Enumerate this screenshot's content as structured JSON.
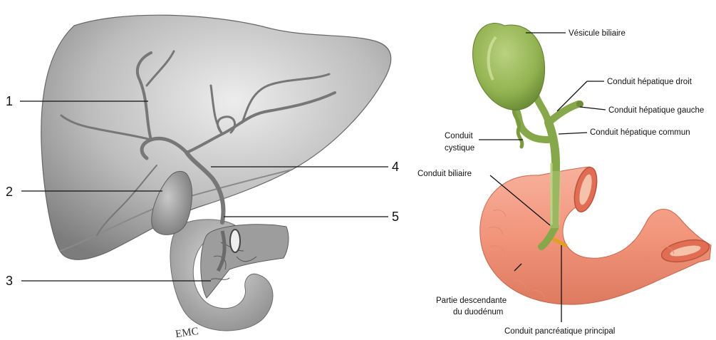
{
  "left_figure": {
    "callouts": [
      "1",
      "2",
      "3",
      "4",
      "5"
    ],
    "signature": "EMC"
  },
  "right_figure": {
    "labels": {
      "vesicule": "Vésicule biliaire",
      "hep_droit": "Conduit hépatique droit",
      "hep_gauche": "Conduit hépatique gauche",
      "hep_commun": "Conduit hépatique commun",
      "cystique_1": "Conduit",
      "cystique_2": "cystique",
      "biliaire": "Conduit biliaire",
      "duodenum_1": "Partie descendante",
      "duodenum_2": "du duodénum",
      "pancreatique": "Conduit pancréatique principal"
    }
  },
  "colors": {
    "liver": "#b4b4b4",
    "gallbladder_green": "#98b85a",
    "duodenum_salmon": "#f29a82",
    "pancreatic_duct": "#e0a020"
  }
}
